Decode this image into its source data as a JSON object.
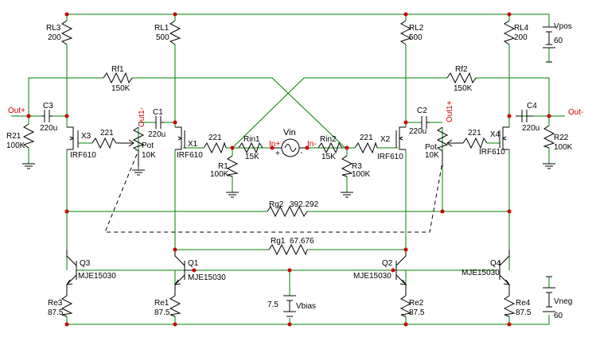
{
  "schematic": {
    "rail_pos_label": "Vpos",
    "rail_pos_value": "60",
    "rail_neg_label": "Vneg",
    "rail_neg_value": "60",
    "vin_label": "Vin",
    "in_plus": "In+",
    "in_minus": "In-",
    "out_plus": "Out+",
    "out_minus": "Out-",
    "out1_minus": "Out1-",
    "out1_plus": "Out1+",
    "RL3": {
      "name": "RL3",
      "value": "200"
    },
    "RL1": {
      "name": "RL1",
      "value": "500"
    },
    "RL2": {
      "name": "RL2",
      "value": "500"
    },
    "RL4": {
      "name": "RL4",
      "value": "200"
    },
    "Rf1": {
      "name": "Rf1",
      "value": "150K"
    },
    "Rf2": {
      "name": "Rf2",
      "value": "150K"
    },
    "C1": {
      "name": "C1",
      "value": "220u"
    },
    "C2": {
      "name": "C2",
      "value": "220u"
    },
    "C3": {
      "name": "C3",
      "value": "220u"
    },
    "C4": {
      "name": "C4",
      "value": "220u"
    },
    "R21": {
      "name": "R21",
      "value": "100K"
    },
    "R22": {
      "name": "R22",
      "value": "100K"
    },
    "X1": {
      "name": "X1",
      "part": "IRF610"
    },
    "X2": {
      "name": "X2",
      "part": "IRF610"
    },
    "X3": {
      "name": "X3",
      "part": "IRF610"
    },
    "X4": {
      "name": "X4",
      "part": "IRF610"
    },
    "gate_res": "221",
    "pot_name": "Pot",
    "pot_value": "10K",
    "Rin1": {
      "name": "Rin1",
      "value": "15K"
    },
    "Rin2": {
      "name": "Rin2",
      "value": "15K"
    },
    "R1": {
      "name": "R1",
      "value": "100K"
    },
    "R3": {
      "name": "R3",
      "value": "100K"
    },
    "Rg2": {
      "name": "Rg2",
      "value": "392.292"
    },
    "Rg1": {
      "name": "Rg1",
      "value": "67.676"
    },
    "Q1": {
      "name": "Q1",
      "part": "MJE15030"
    },
    "Q2": {
      "name": "Q2",
      "part": "MJE15030"
    },
    "Q3": {
      "name": "Q3",
      "part": "MJE15030"
    },
    "Q4": {
      "name": "Q4",
      "part": "MJE15030"
    },
    "Re1": {
      "name": "Re1",
      "value": "87.5"
    },
    "Re2": {
      "name": "Re2",
      "value": "87.5"
    },
    "Re3": {
      "name": "Re3",
      "value": "87.5"
    },
    "Re4": {
      "name": "Re4",
      "value": "87.5"
    },
    "Vbias": {
      "name": "Vbias",
      "value": "7.5"
    },
    "wire_color": "#008000",
    "node_color": "#cc0000"
  }
}
